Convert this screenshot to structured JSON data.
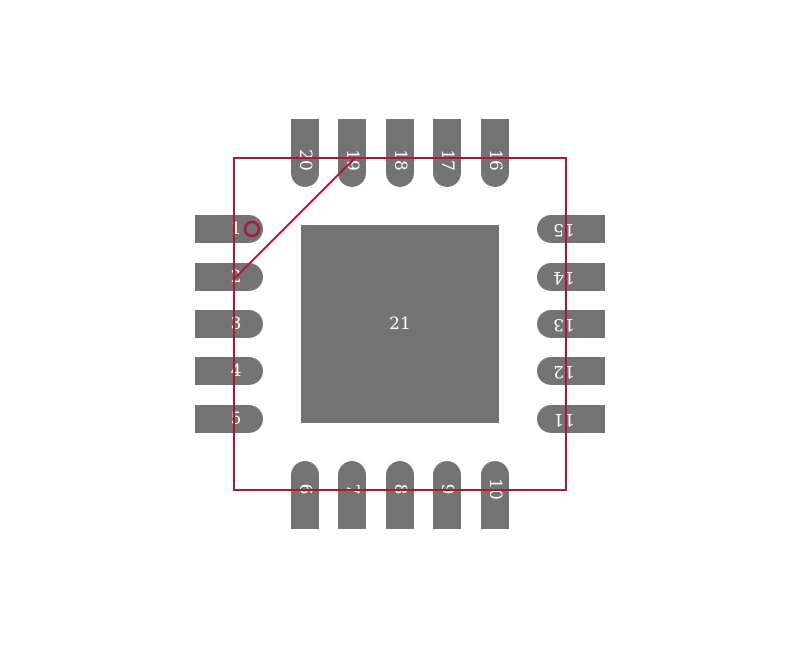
{
  "footprint": {
    "colors": {
      "pad": "#737373",
      "outline": "#b5123a",
      "label": "#ffffff",
      "background": "#ffffff"
    },
    "left_pads": [
      "1",
      "2",
      "3",
      "4",
      "5"
    ],
    "bottom_pads": [
      "6",
      "7",
      "8",
      "9",
      "10"
    ],
    "right_pads": [
      "11",
      "12",
      "13",
      "14",
      "15"
    ],
    "top_pads": [
      "16",
      "17",
      "18",
      "19",
      "20"
    ],
    "thermal_pad": "21"
  }
}
